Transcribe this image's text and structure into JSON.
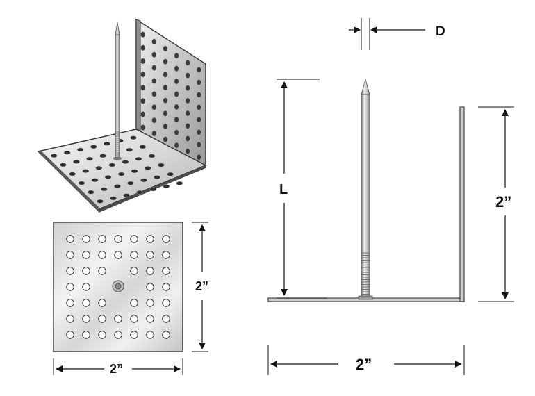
{
  "labels": {
    "diameter": "D",
    "length": "L",
    "height_side": "2”",
    "width_bottom": "2”",
    "plate_height": "2”",
    "plate_width": "2”"
  },
  "plate": {
    "grid_rows": 7,
    "grid_cols": 7,
    "missing_holes": [
      [
        2,
        3
      ],
      [
        3,
        2
      ],
      [
        3,
        3
      ],
      [
        3,
        4
      ],
      [
        4,
        3
      ]
    ]
  },
  "colors": {
    "metal_light": "#e6e6e6",
    "metal_mid": "#b9b9b9",
    "metal_dark": "#6f6f6f",
    "outline": "#3a3a3a",
    "dimension": "#111111"
  }
}
